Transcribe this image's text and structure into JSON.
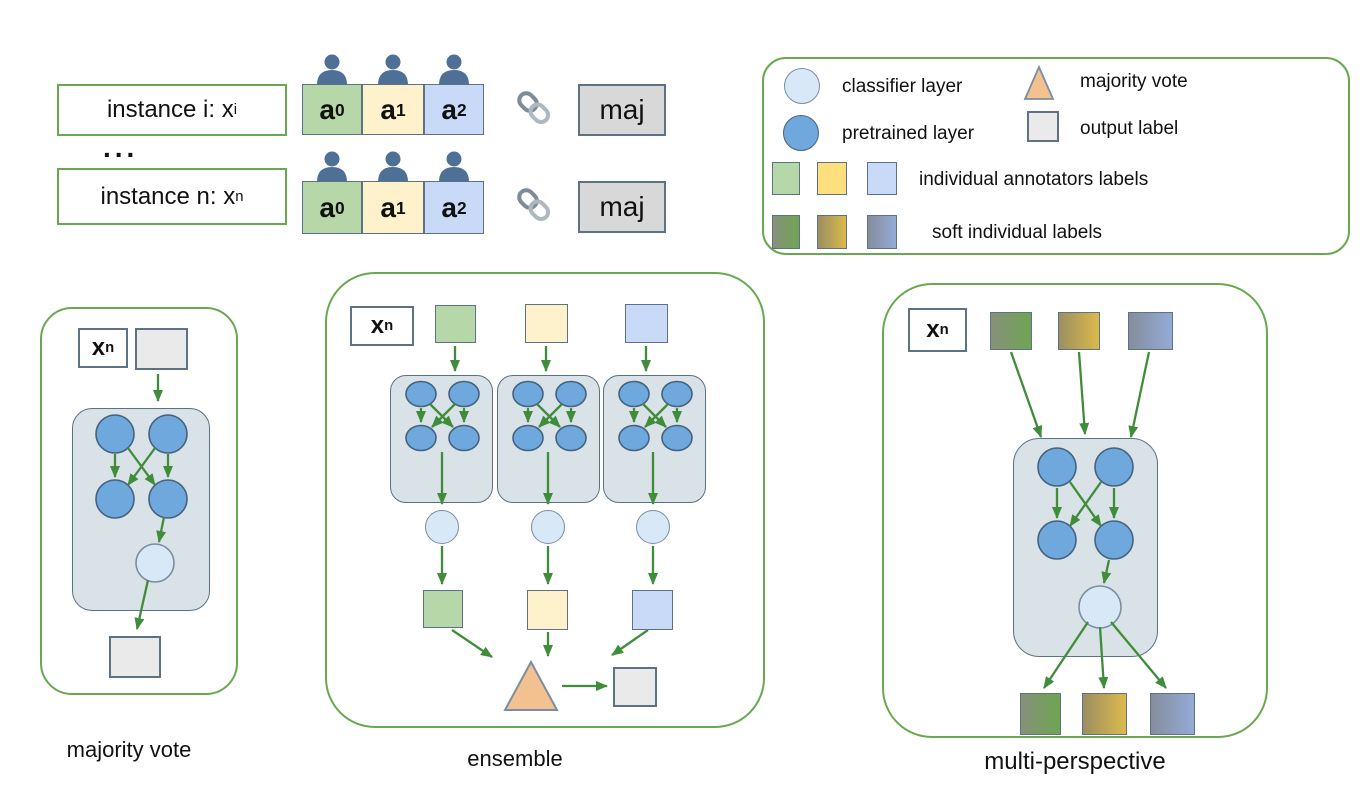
{
  "colors": {
    "panel_border": "#6aa84f",
    "arrow_green": "#3f8c3a",
    "annotator_green": "#b6d7a8",
    "annotator_yellow": "#fdf2cc",
    "annotator_blue": "#c9daf8",
    "legend_gold": "#fddf7e",
    "soft_green_gradient": [
      "#87917a",
      "#6fa553"
    ],
    "soft_gold_gradient": [
      "#9b8e61",
      "#dcba4b"
    ],
    "soft_blue_gradient": [
      "#848d9c",
      "#94abd7"
    ],
    "pretrained_blue": "#6fa8dc",
    "classifier_blue": "#d9e8f7",
    "network_block_bg": "#d9e2e6",
    "majority_triangle": "#f2c18f",
    "output_label_gray": "#eaeaea",
    "maj_box_gray": "#d8d8d8"
  },
  "icons": {
    "person": "person-icon",
    "link": "chain-link-icon"
  },
  "instances": {
    "i": {
      "text": "instance i: x",
      "sub": "i"
    },
    "dots": "...",
    "n": {
      "text": "instance n: x",
      "sub": "n"
    }
  },
  "annotation_rows": [
    {
      "annotators": [
        {
          "t": "a",
          "s": "0"
        },
        {
          "t": "a",
          "s": "1"
        },
        {
          "t": "a",
          "s": "2"
        }
      ],
      "maj": "maj"
    },
    {
      "annotators": [
        {
          "t": "a",
          "s": "0"
        },
        {
          "t": "a",
          "s": "1"
        },
        {
          "t": "a",
          "s": "2"
        }
      ],
      "maj": "maj"
    }
  ],
  "legend": {
    "classifier": "classifier layer",
    "majority": "majority vote",
    "pretrained": "pretrained layer",
    "output": "output label",
    "individual": "individual annotators labels",
    "soft": "soft individual labels"
  },
  "panels": {
    "majority": {
      "input": {
        "t": "x",
        "s": "n"
      },
      "label": "majority vote"
    },
    "ensemble": {
      "input": {
        "t": "x",
        "s": "n"
      },
      "label": "ensemble"
    },
    "multi": {
      "input": {
        "t": "x",
        "s": "n"
      },
      "label": "multi-perspective"
    }
  }
}
